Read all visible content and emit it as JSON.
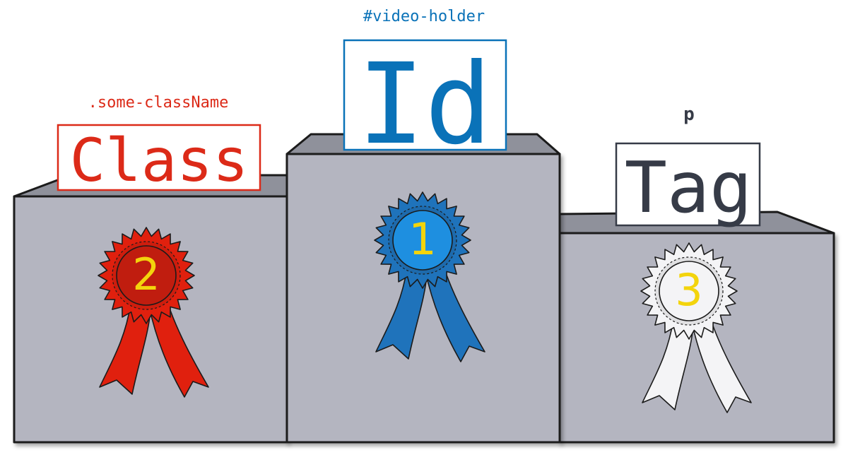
{
  "podium": {
    "first": {
      "rank": "1",
      "word": "Id",
      "selector": "#video-holder",
      "color": "#0a72b8",
      "ribbon_color": "#1f73bb",
      "medal_color": "#1e8fe0"
    },
    "second": {
      "rank": "2",
      "word": "Class",
      "selector": ".some-className",
      "color": "#dc2a18",
      "ribbon_color": "#e0200e",
      "medal_color": "#c01d0f"
    },
    "third": {
      "rank": "3",
      "word": "Tag",
      "selector": "p",
      "color": "#363b47",
      "ribbon_color": "#f4f4f6",
      "medal_color": "#f4f4f6"
    }
  },
  "colors": {
    "podium_front": "#b4b5c0",
    "podium_top": "#8f919b",
    "number": "#f3d40c",
    "outline": "#1b1b1b"
  }
}
